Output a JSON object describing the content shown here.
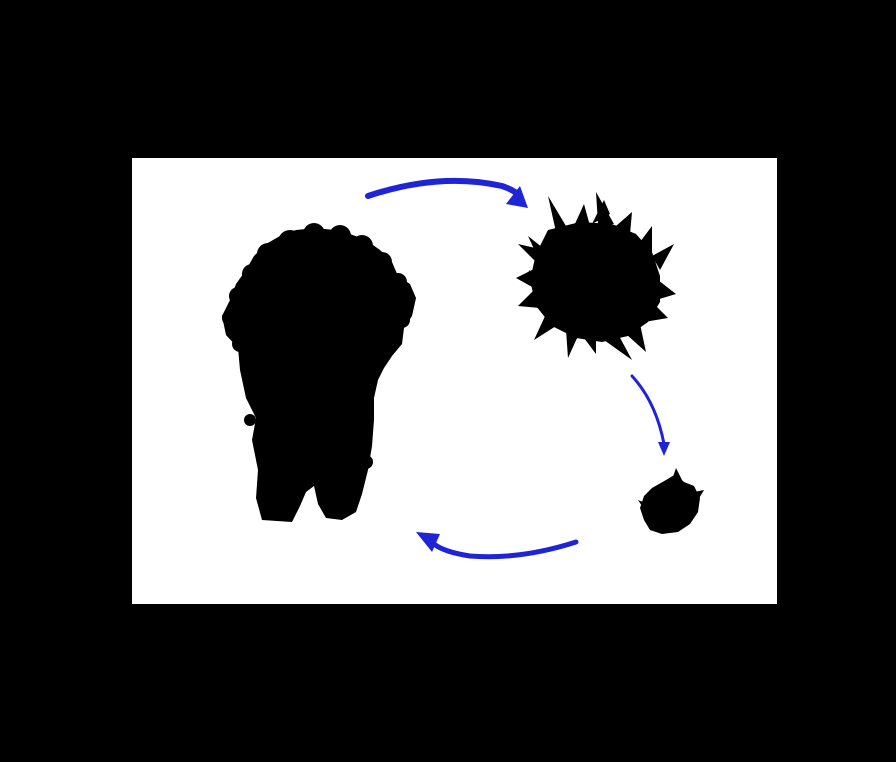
{
  "colors": {
    "background": "#000000",
    "panel": "#ffffff",
    "silhouette": "#000000",
    "arrow": "#1f24d6"
  },
  "diagram": {
    "type": "cycle",
    "stages": [
      {
        "id": "large-cluster",
        "shape": "lumpy-blob"
      },
      {
        "id": "spiky-aggregate",
        "shape": "spiky-blob"
      },
      {
        "id": "small-fragment",
        "shape": "small-blob"
      }
    ],
    "arrows": [
      {
        "from": "large-cluster",
        "to": "spiky-aggregate"
      },
      {
        "from": "spiky-aggregate",
        "to": "small-fragment"
      },
      {
        "from": "small-fragment",
        "to": "large-cluster"
      }
    ]
  }
}
